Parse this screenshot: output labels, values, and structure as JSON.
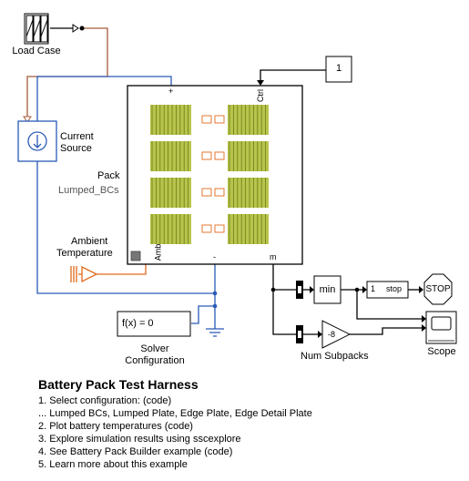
{
  "colors": {
    "signal": "#000000",
    "physical": "#2a5ab8",
    "thermal": "#e06a1a",
    "brown": "#a85a3a",
    "cell": "#b8c44a"
  },
  "blocks": {
    "load_case": "Load Case",
    "current_source_line1": "Current",
    "current_source_line2": "Source",
    "pack": "Pack",
    "pack_variant": "Lumped_BCs",
    "ambient_line1": "Ambient",
    "ambient_line2": "Temperature",
    "solver_text": "f(x) = 0",
    "solver_line1": "Solver",
    "solver_line2": "Configuration",
    "constant_value": "1",
    "min_text": "min",
    "gain_value": "-8",
    "num_subpacks": "Num Subpacks",
    "stop_cond_1": "1",
    "stop_cond_2": "stop",
    "stop_text": "STOP",
    "scope": "Scope"
  },
  "ports": {
    "plus": "+",
    "ctrl": "Ctrl",
    "amb": "Amb",
    "minus": "-",
    "m": "m"
  },
  "description": {
    "title": "Battery Pack Test Harness",
    "lines": [
      "1. Select configuration: (code)",
      "... Lumped BCs, Lumped Plate, Edge Plate, Edge Detail Plate",
      "2. Plot battery temperatures (code)",
      "3. Explore simulation results using sscexplore",
      "4. See Battery Pack Builder example (code)",
      "5. Learn more about this example"
    ]
  }
}
